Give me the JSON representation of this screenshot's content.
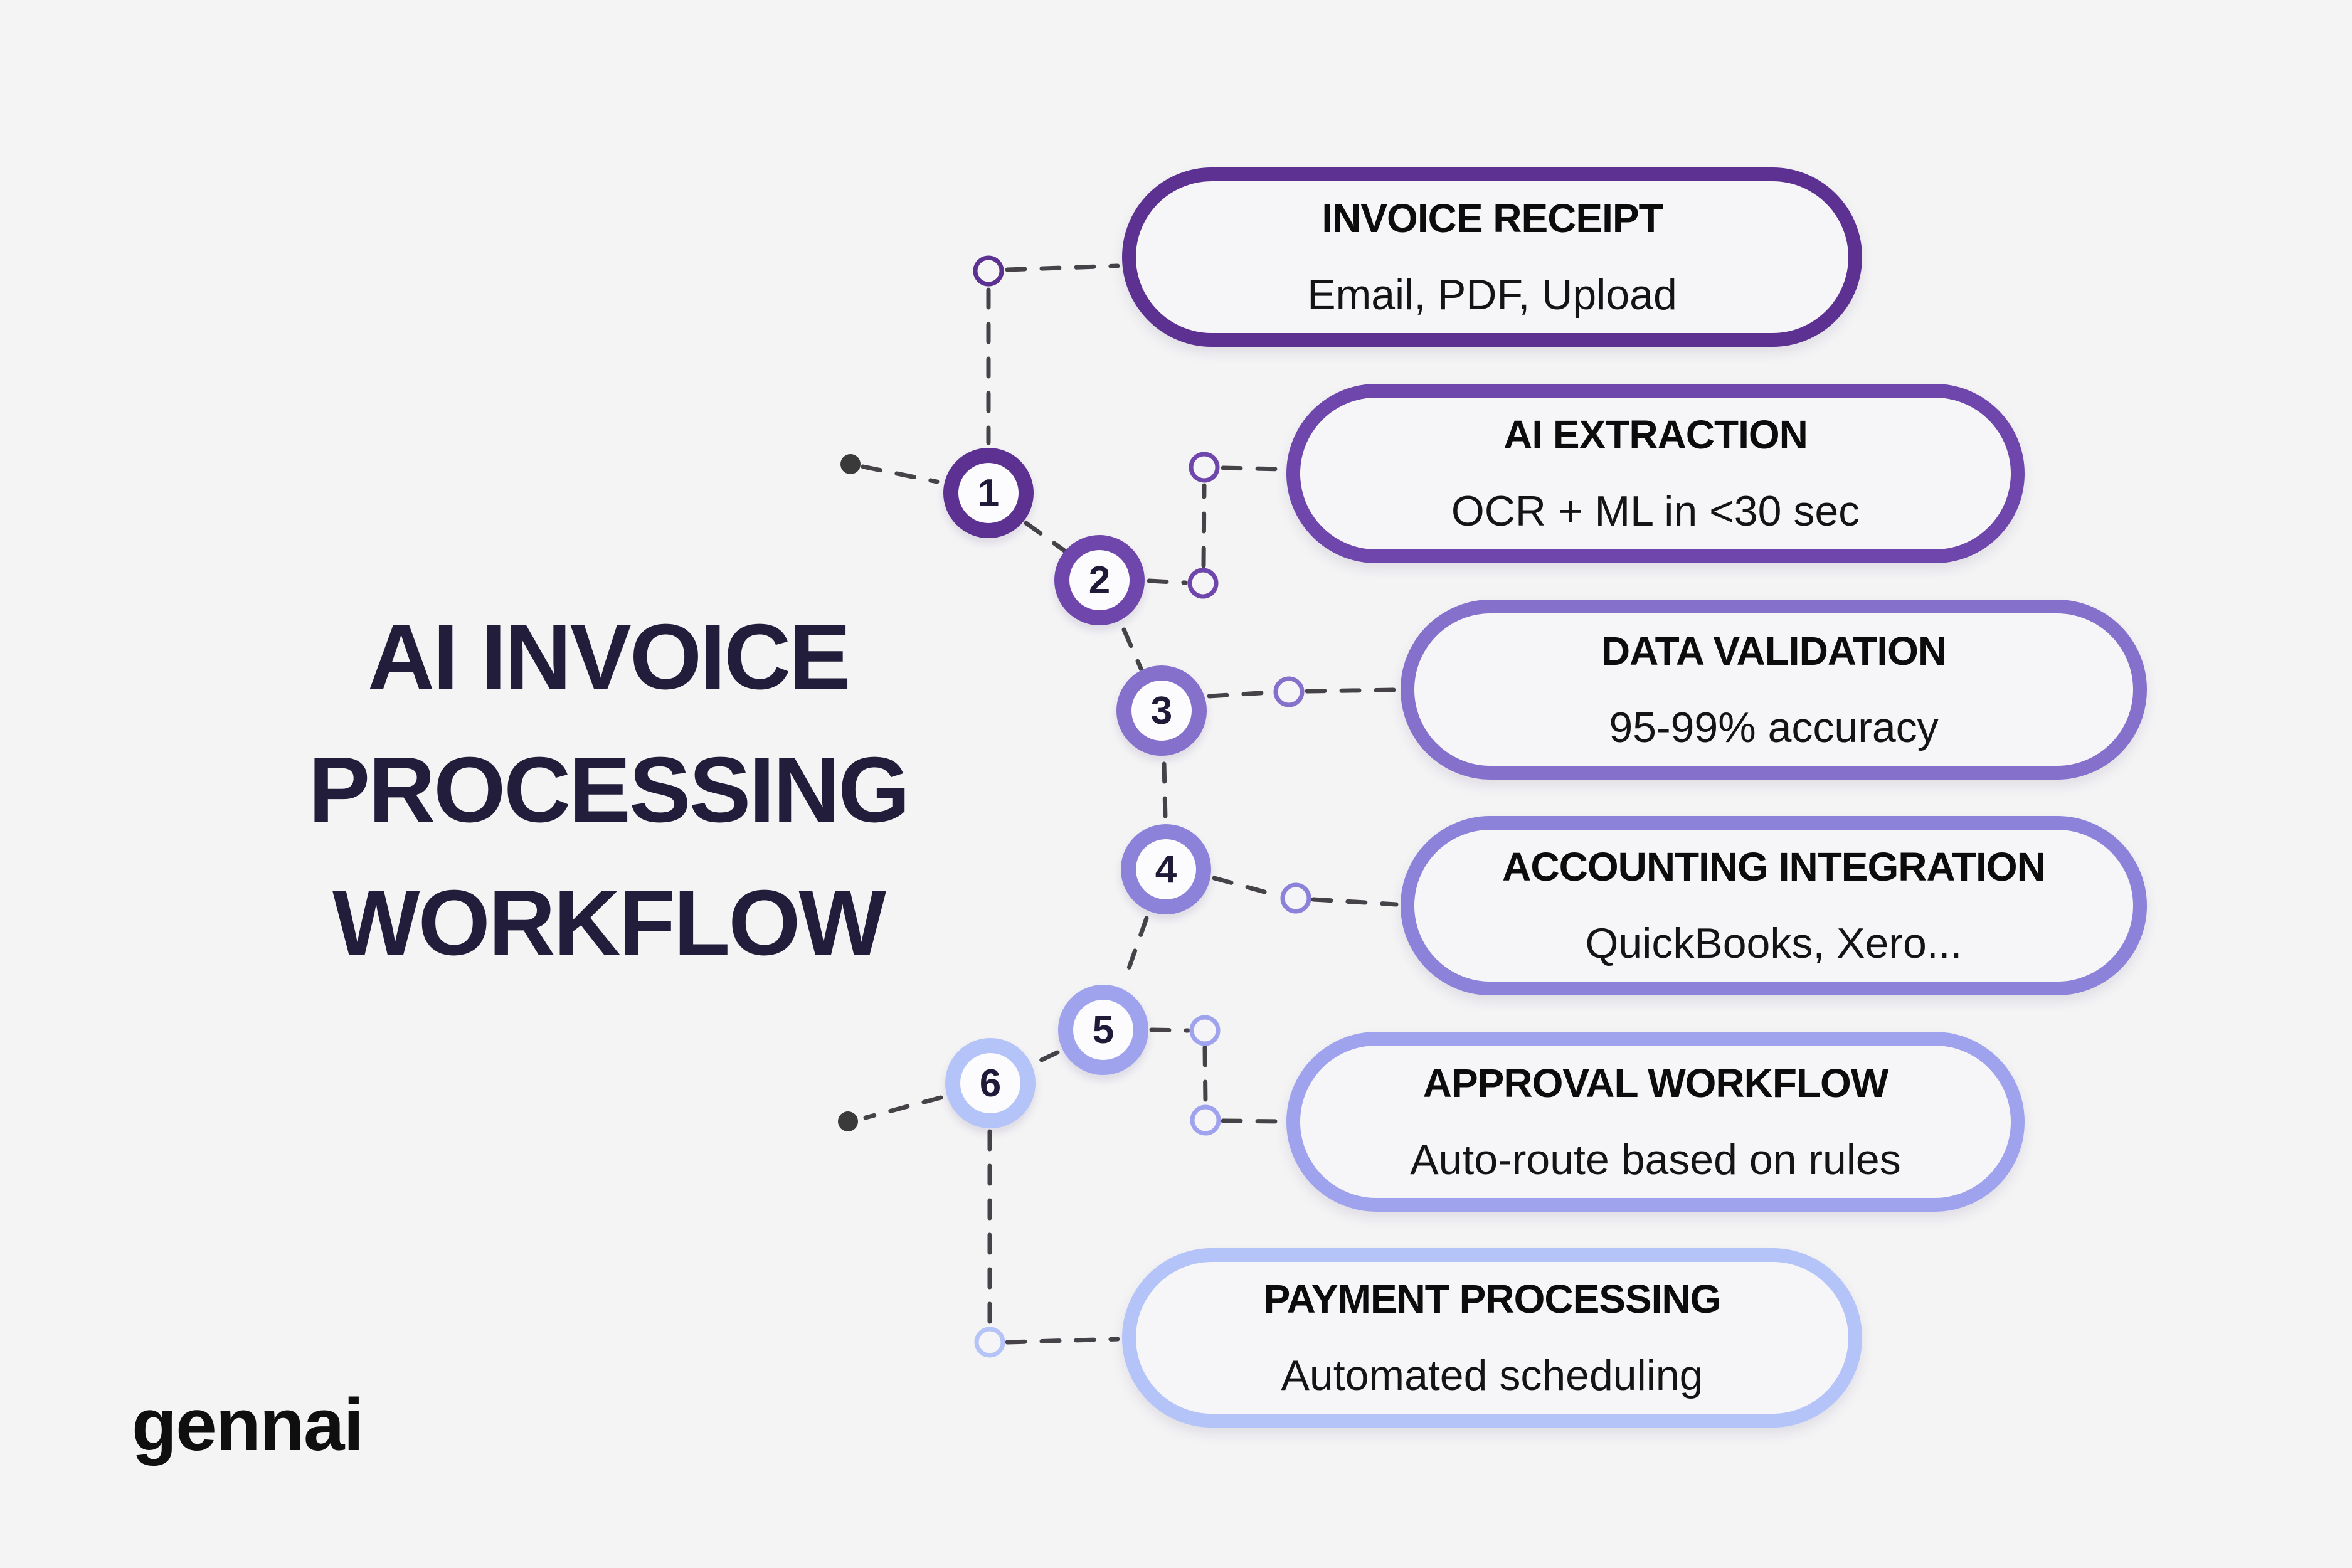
{
  "background": "#f4f4f5",
  "title": {
    "lines": [
      "AI INVOICE",
      "PROCESSING",
      "WORKFLOW"
    ],
    "color": "#221d3a"
  },
  "logo": {
    "text": "gennai"
  },
  "connector": {
    "dash_color": "#454348",
    "dot_color": "#3a3a3a"
  },
  "steps": [
    {
      "number": "1",
      "title": "INVOICE RECEIPT",
      "subtitle": "Email, PDF, Upload",
      "color": "#5c3191"
    },
    {
      "number": "2",
      "title": "AI EXTRACTION",
      "subtitle": "OCR + ML in <30 sec",
      "color": "#6f46ac"
    },
    {
      "number": "3",
      "title": "DATA VALIDATION",
      "subtitle": "95-99% accuracy",
      "color": "#8570cc"
    },
    {
      "number": "4",
      "title": "ACCOUNTING INTEGRATION",
      "subtitle": "QuickBooks, Xero...",
      "color": "#8d82da"
    },
    {
      "number": "5",
      "title": "APPROVAL WORKFLOW",
      "subtitle": "Auto-route based on rules",
      "color": "#9fa3ee"
    },
    {
      "number": "6",
      "title": "PAYMENT PROCESSING",
      "subtitle": "Automated scheduling",
      "color": "#b4c3f8"
    }
  ]
}
